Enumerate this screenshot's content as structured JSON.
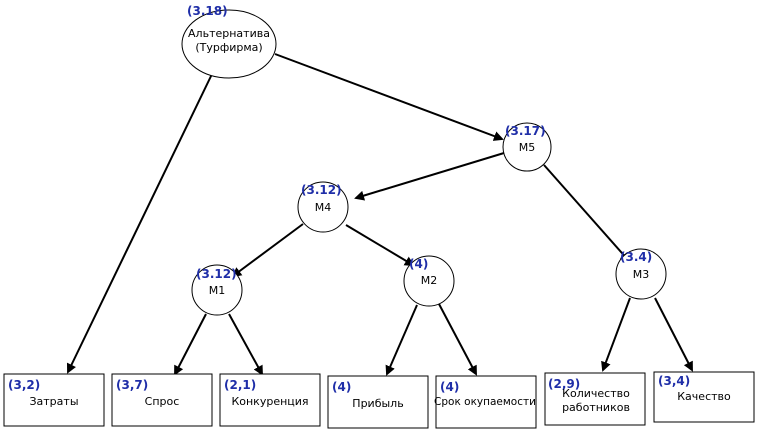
{
  "nodes": {
    "root": {
      "label_line1": "Альтернатива",
      "label_line2": "(Турфирма)",
      "value": "(3.18)"
    },
    "m5": {
      "label": "M5",
      "value": "(3.17)"
    },
    "m4": {
      "label": "M4",
      "value": "(3.12)"
    },
    "m3": {
      "label": "M3",
      "value": "(3.4)"
    },
    "m1": {
      "label": "M1",
      "value": "(3.12)"
    },
    "m2": {
      "label": "M2",
      "value": "(4)"
    }
  },
  "leaves": {
    "zatraty": {
      "label": "Затраты",
      "value": "(3,2)"
    },
    "spros": {
      "label": "Спрос",
      "value": "(3,7)"
    },
    "konkurencia": {
      "label": "Конкуренция",
      "value": "(2,1)"
    },
    "pribyl": {
      "label": "Прибыль",
      "value": "(4)"
    },
    "srok": {
      "label": "Срок окупаемости",
      "value": "(4)"
    },
    "kolichestvo": {
      "label_line1": "Количество",
      "label_line2": "работников",
      "value": "(2,9)"
    },
    "kachestvo": {
      "label": "Качество",
      "value": "(3,4)"
    }
  }
}
